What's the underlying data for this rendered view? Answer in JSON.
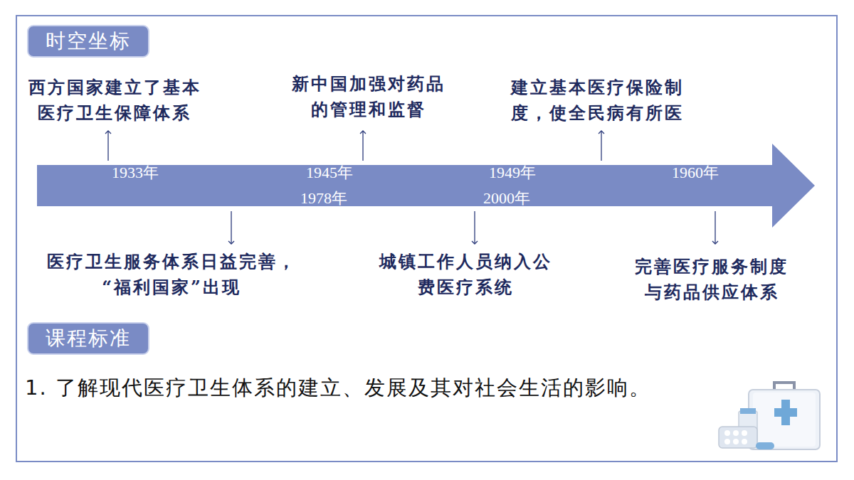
{
  "diagram": {
    "nodes": [
      {
        "text": [
          "时空坐标"
        ]
      },
      {
        "text": [
          "1933年",
          "1945年",
          "1978年",
          "1949年",
          "2000年",
          "1960年"
        ]
      },
      {
        "text": [
          "课程标准"
        ]
      }
    ],
    "labels": [
      "西方国家建立了基本医疗卫生保障体系",
      "新中国加强对药品的管理和监督",
      "建立基本医疗保险制度，使全民病有所医",
      "医疗卫生服务体系日益完善，“福利国家”出现",
      "城镇工作人员纳入公费医疗系统",
      "完善医疗服务制度与药品供应体系",
      "1. 了解现代医疗卫生体系的建立、发展及其对社会生活的影响。"
    ]
  }
}
